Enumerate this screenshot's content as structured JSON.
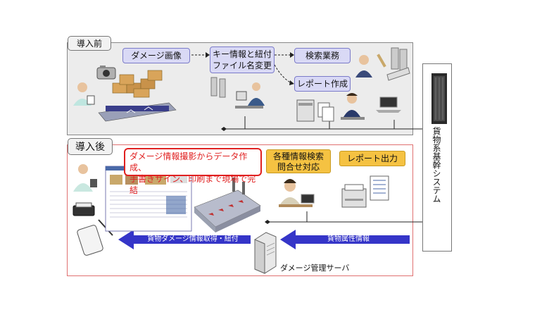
{
  "before": {
    "tag": "導入前",
    "damage_image": "ダメージ画像",
    "key_info_line1": "キー情報と紐付",
    "key_info_line2": "ファイル名変更",
    "search_work": "検索業務",
    "report_create": "レポート作成"
  },
  "after": {
    "tag": "導入後",
    "callout_line1": "ダメージ情報撮影からデータ作成、",
    "callout_line2": "手書きサイン、印刷まで現場で完結",
    "search_line1": "各種情報検索",
    "search_line2": "問合せ対応",
    "report_output": "レポート出力",
    "left_arrow": "貨物ダメージ情報取得・紐付",
    "right_arrow": "貨物属性情報",
    "server": "ダメージ管理サーバ"
  },
  "system": {
    "label": "貨物系基幹システム"
  },
  "colors": {
    "arrow_fill": "#3535c8",
    "label_fill": "#d9d9f5",
    "callout_red": "#e02020",
    "orange": "#f5c242"
  }
}
